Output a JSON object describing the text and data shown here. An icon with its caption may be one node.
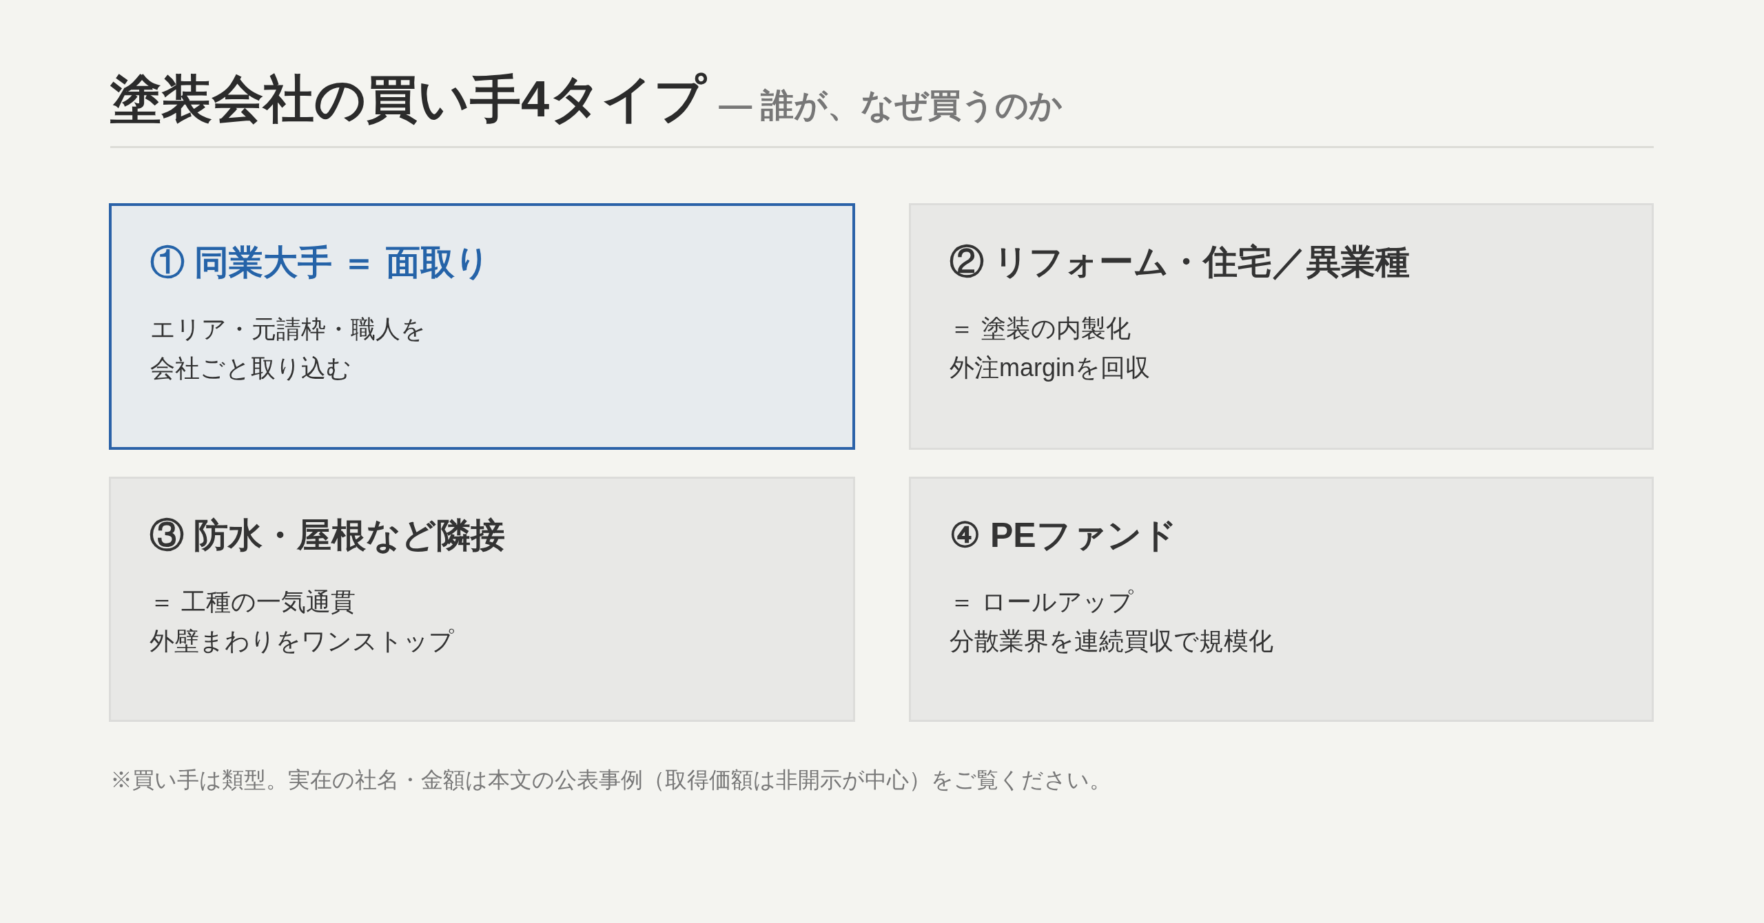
{
  "diagram": {
    "title": "塗装会社の買い手4タイプ",
    "nodes": [
      {
        "text": [
          "① 同業大手 ＝ 面取り",
          "エリア・元請枠・職人を会社ごと取り込む"
        ]
      },
      {
        "text": [
          "② リフォーム・住宅／異業種",
          "＝ 塗装の内製化",
          "外注marginを回収"
        ]
      },
      {
        "text": [
          "③ 防水・屋根など隣接",
          "＝ 工種の一気通貫",
          "外壁まわりをワンストップ"
        ]
      },
      {
        "text": [
          "④ PEファンド",
          "＝ ロールアップ",
          "分散業界を連続買収で規模化"
        ]
      }
    ],
    "labels": [
      "— 誰が、なぜ買うのか",
      "※買い手は類型。実在の社名・金額は本文の公表事例（取得価額は非開示が中心）をご覧ください。"
    ]
  }
}
